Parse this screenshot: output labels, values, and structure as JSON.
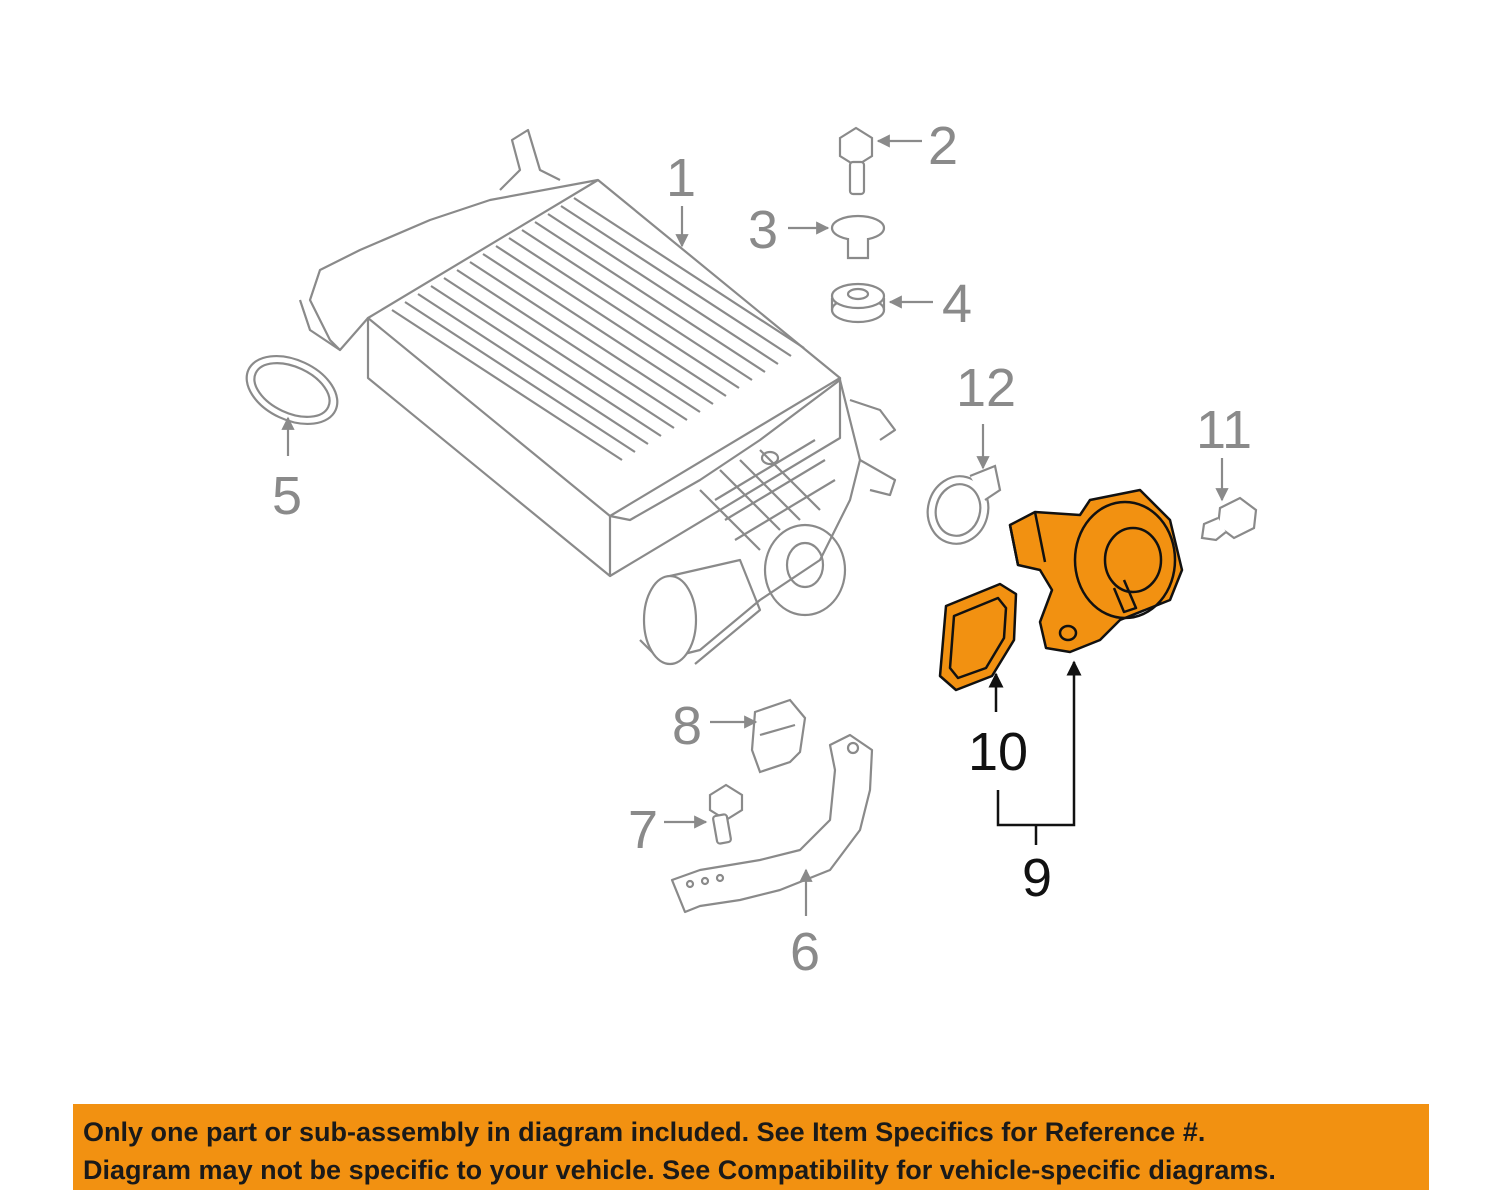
{
  "diagram": {
    "callouts": [
      {
        "id": "1",
        "label": "1"
      },
      {
        "id": "2",
        "label": "2"
      },
      {
        "id": "3",
        "label": "3"
      },
      {
        "id": "4",
        "label": "4"
      },
      {
        "id": "5",
        "label": "5"
      },
      {
        "id": "6",
        "label": "6"
      },
      {
        "id": "7",
        "label": "7"
      },
      {
        "id": "8",
        "label": "8"
      },
      {
        "id": "9",
        "label": "9"
      },
      {
        "id": "10",
        "label": "10"
      },
      {
        "id": "11",
        "label": "11"
      },
      {
        "id": "12",
        "label": "12"
      }
    ],
    "highlighted_items": [
      "9",
      "10"
    ]
  },
  "colors": {
    "highlight": "#f29111",
    "line": "#8a8a8a",
    "banner": "#f29111"
  },
  "banner": {
    "line1": "Only one part or sub-assembly in diagram included. See Item Specifics for Reference #.",
    "line2": "Diagram may not be specific to your vehicle. See Compatibility for vehicle-specific diagrams."
  }
}
